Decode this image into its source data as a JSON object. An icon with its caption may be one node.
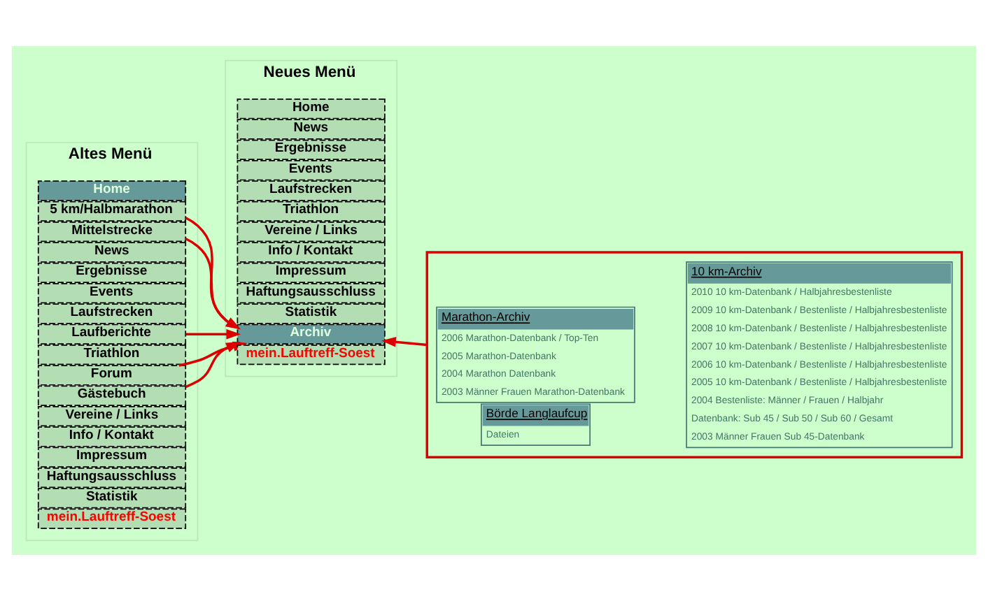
{
  "diagram": {
    "nodes": [
      {
        "text": [
          "Altes Menü"
        ]
      },
      {
        "text": [
          "Home"
        ],
        "in": 0
      },
      {
        "text": [
          "5 km/Halbmarathon"
        ],
        "in": 0
      },
      {
        "text": [
          "Mittelstrecke"
        ],
        "in": 0
      },
      {
        "text": [
          "News"
        ],
        "in": 0
      },
      {
        "text": [
          "Ergebnisse"
        ],
        "in": 0
      },
      {
        "text": [
          "Events"
        ],
        "in": 0
      },
      {
        "text": [
          "Laufstrecken"
        ],
        "in": 0
      },
      {
        "text": [
          "Laufberichte"
        ],
        "in": 0
      },
      {
        "text": [
          "Triathlon"
        ],
        "in": 0
      },
      {
        "text": [
          "Forum"
        ],
        "in": 0
      },
      {
        "text": [
          "Gästebuch"
        ],
        "in": 0
      },
      {
        "text": [
          "Vereine / Links"
        ],
        "in": 0
      },
      {
        "text": [
          "Info / Kontakt"
        ],
        "in": 0
      },
      {
        "text": [
          "Impressum"
        ],
        "in": 0
      },
      {
        "text": [
          "Haftungsausschluss"
        ],
        "in": 0
      },
      {
        "text": [
          "Statistik"
        ],
        "in": 0
      },
      {
        "text": [
          "mein.Lauftreff-Soest"
        ],
        "in": 0
      },
      {
        "text": [
          "Neues Menü"
        ]
      },
      {
        "text": [
          "Home"
        ],
        "in": 18
      },
      {
        "text": [
          "News"
        ],
        "in": 18
      },
      {
        "text": [
          "Ergebnisse"
        ],
        "in": 18
      },
      {
        "text": [
          "Events"
        ],
        "in": 18
      },
      {
        "text": [
          "Laufstrecken"
        ],
        "in": 18
      },
      {
        "text": [
          "Triathlon"
        ],
        "in": 18
      },
      {
        "text": [
          "Vereine / Links"
        ],
        "in": 18
      },
      {
        "text": [
          "Info / Kontakt"
        ],
        "in": 18
      },
      {
        "text": [
          "Impressum"
        ],
        "in": 18
      },
      {
        "text": [
          "Haftungsausschluss"
        ],
        "in": 18
      },
      {
        "text": [
          "Statistik"
        ],
        "in": 18
      },
      {
        "text": [
          "Archiv"
        ],
        "in": 18
      },
      {
        "text": [
          "mein.Lauftreff-Soest"
        ],
        "in": 18
      },
      {
        "text": [],
        "shape": "box"
      },
      {
        "text": [
          "Marathon-Archiv",
          "2006 Marathon-Datenbank / Top-Ten",
          "2005 Marathon-Datenbank",
          "2004 Marathon Datenbank",
          "2003 Männer Frauen Marathon-Datenbank"
        ],
        "in": 32
      },
      {
        "text": [
          "Börde Langlaufcup",
          "Dateien"
        ],
        "in": 32
      },
      {
        "text": [
          "10 km-Archiv",
          "2010 10 km-Datenbank / Halbjahresbestenliste",
          "2009 10 km-Datenbank / Bestenliste / Halbjahresbestenliste",
          "2008 10 km-Datenbank / Bestenliste / Halbjahresbestenliste",
          "2007 10 km-Datenbank / Bestenliste / Halbjahresbestenliste",
          "2006 10 km-Datenbank / Bestenliste / Halbjahresbestenliste",
          "2005 10 km-Datenbank / Bestenliste / Halbjahresbestenliste",
          "2004 Bestenliste: Männer / Frauen / Halbjahr",
          "Datenbank: Sub 45 / Sub 50 / Sub 60 / Gesamt",
          "2003 Männer Frauen Sub 45-Datenbank"
        ],
        "in": 32
      }
    ],
    "edges": [
      {
        "from": 2,
        "to": 30,
        "arrow": "to"
      },
      {
        "from": 3,
        "to": 30,
        "arrow": "to"
      },
      {
        "from": 8,
        "to": 30,
        "arrow": "to"
      },
      {
        "from": 10,
        "to": 30,
        "arrow": "to"
      },
      {
        "from": 11,
        "to": 30,
        "arrow": "to"
      },
      {
        "from": 32,
        "to": 30,
        "arrow": "to"
      }
    ]
  }
}
